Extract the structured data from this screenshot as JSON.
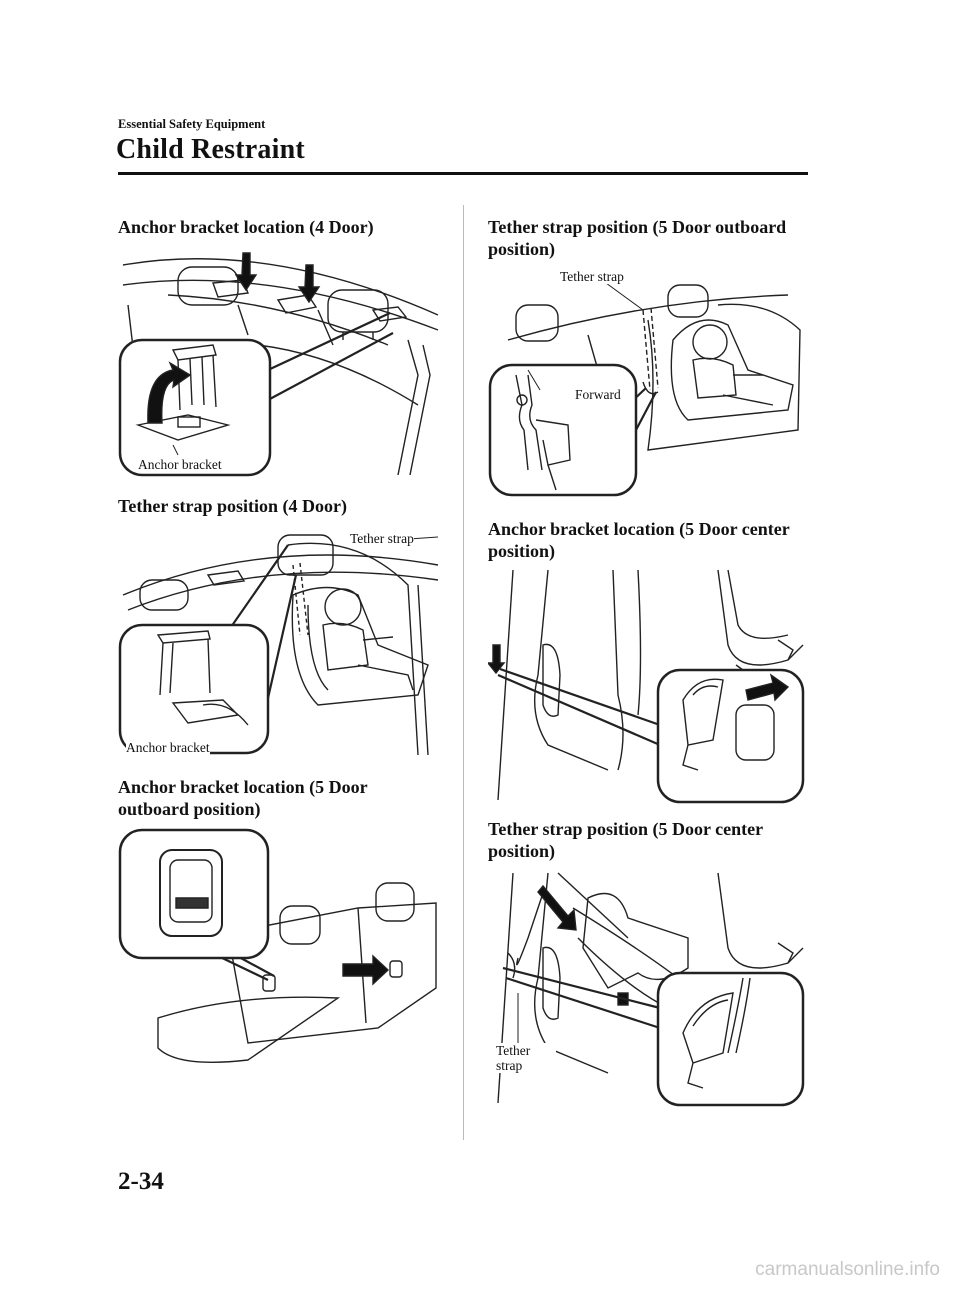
{
  "header": {
    "section": "Essential Safety Equipment",
    "title": "Child Restraint"
  },
  "figures": [
    {
      "heading": "Anchor bracket location (4 Door)",
      "callouts": [
        "Anchor bracket"
      ]
    },
    {
      "heading": "Tether strap position (4 Door)",
      "callouts": [
        "Tether strap",
        "Anchor bracket"
      ]
    },
    {
      "heading": "Anchor bracket location (5 Door outboard position)",
      "callouts": []
    },
    {
      "heading": "Tether strap position (5 Door outboard position)",
      "callouts": [
        "Tether strap",
        "Forward"
      ]
    },
    {
      "heading": "Anchor bracket location (5 Door center position)",
      "callouts": []
    },
    {
      "heading": "Tether strap position (5 Door center position)",
      "callouts": [
        "Tether strap"
      ]
    }
  ],
  "footer": {
    "page_number": "2-34",
    "watermark": "carmanualsonline.info"
  }
}
